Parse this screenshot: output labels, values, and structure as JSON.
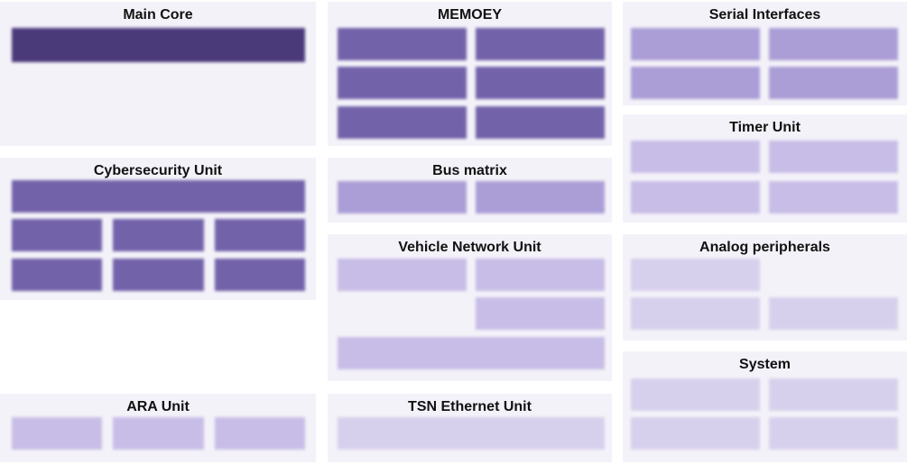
{
  "colors": {
    "panel": "#f4f2f9",
    "level1": "#4b3a7a",
    "level2": "#7262a9",
    "level3": "#ab9ed6",
    "level4": "#c7bde6",
    "level5": "#d7d0ec"
  },
  "panels": {
    "main_core": {
      "title": "Main Core",
      "blocks": [
        "",
        "",
        ""
      ]
    },
    "memory": {
      "title": "MEMOEY",
      "blocks": [
        "",
        "",
        "",
        "",
        "",
        ""
      ]
    },
    "serial": {
      "title": "Serial Interfaces",
      "blocks": [
        "",
        "",
        "",
        ""
      ]
    },
    "timer": {
      "title": "Timer Unit",
      "blocks": [
        "",
        "",
        "",
        ""
      ]
    },
    "cyber": {
      "title": "Cybersecurity Unit",
      "blocks": [
        "",
        "",
        "",
        "",
        "",
        "",
        ""
      ]
    },
    "bus": {
      "title": "Bus matrix",
      "blocks": [
        "",
        ""
      ]
    },
    "vnu": {
      "title": "Vehicle Network Unit",
      "blocks": [
        "",
        "",
        "",
        ""
      ]
    },
    "analog": {
      "title": "Analog peripherals",
      "blocks": [
        "",
        "",
        ""
      ]
    },
    "system": {
      "title": "System",
      "blocks": [
        "",
        "",
        "",
        ""
      ]
    },
    "ara": {
      "title": "ARA Unit",
      "blocks": [
        "",
        "",
        ""
      ]
    },
    "tsn": {
      "title": "TSN Ethernet Unit",
      "blocks": [
        ""
      ]
    }
  }
}
